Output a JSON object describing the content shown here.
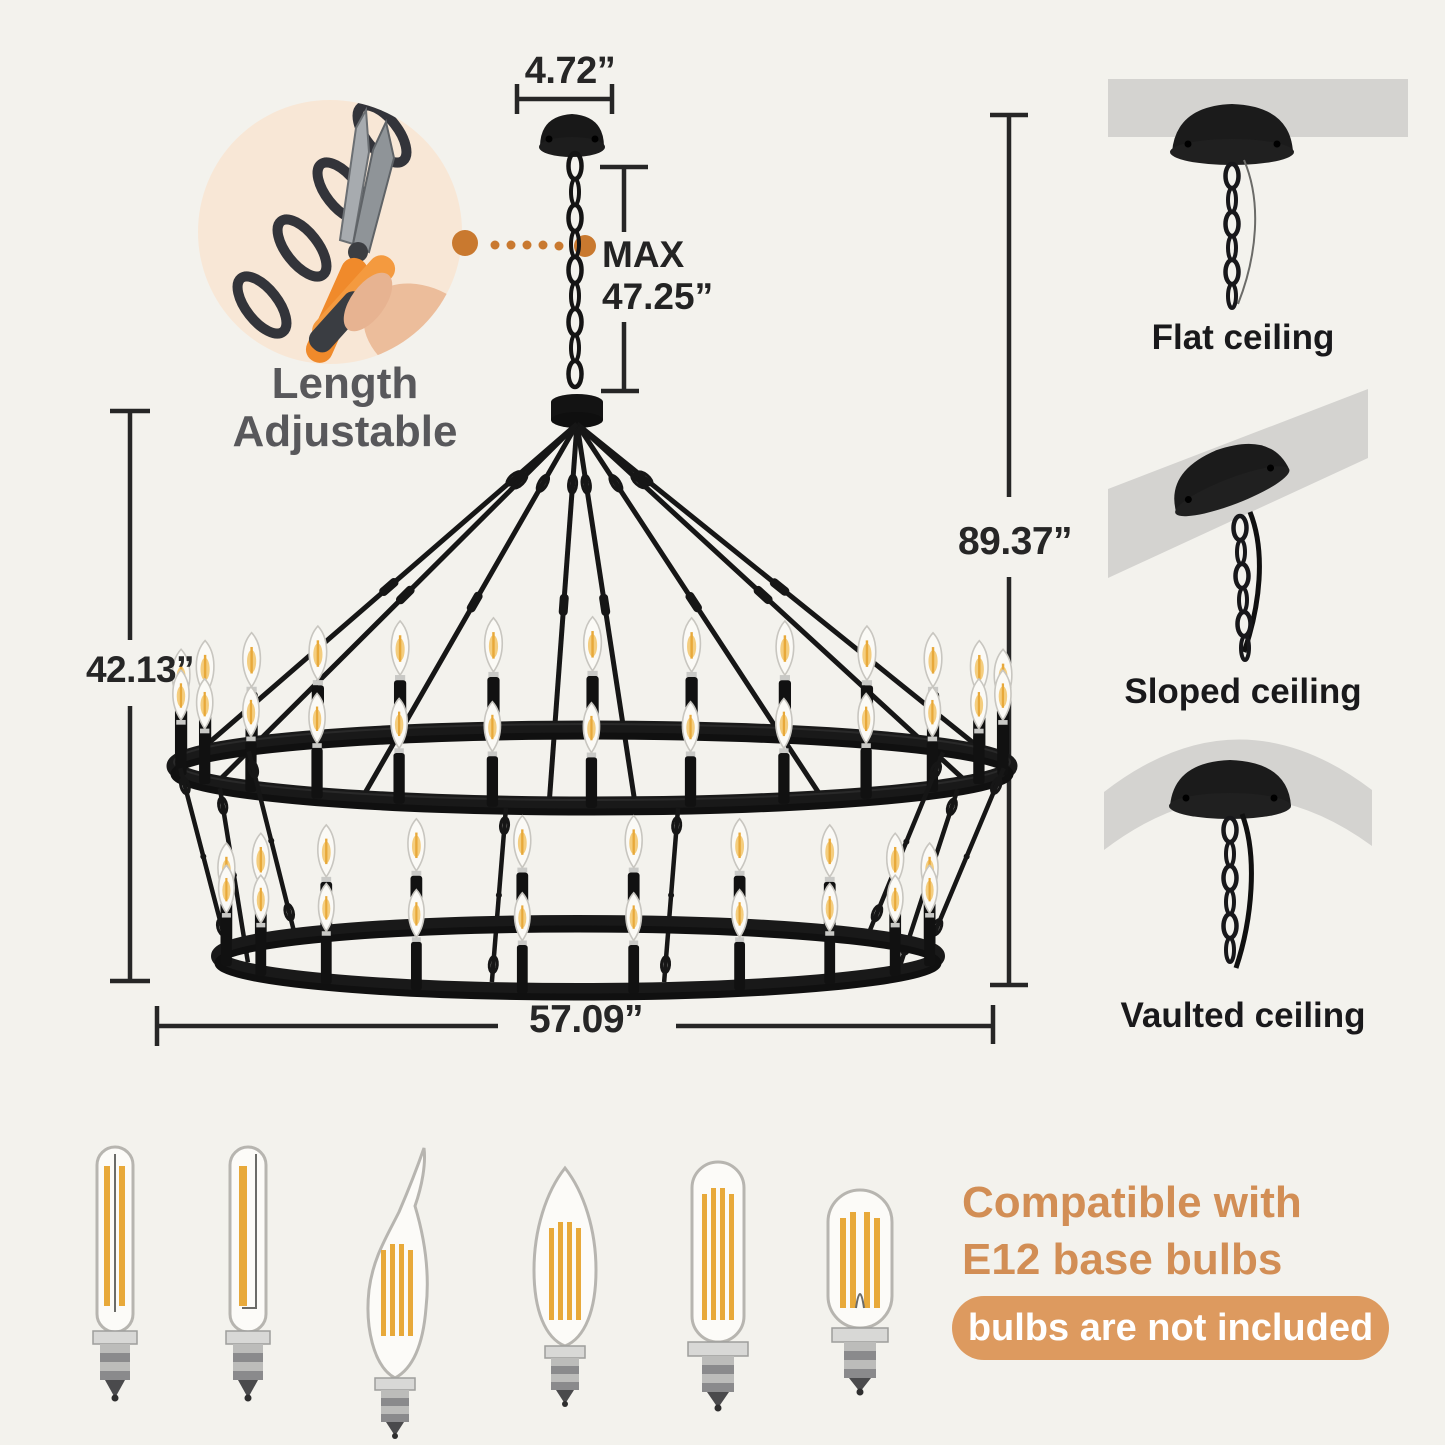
{
  "dimensions": {
    "canopy_diameter": "4.72”",
    "chain_max_label": "MAX",
    "chain_max_value": "47.25”",
    "overall_height": "89.37”",
    "fixture_height": "42.13”",
    "fixture_width": "57.09”"
  },
  "adjustable_label": {
    "line1": "Length",
    "line2": "Adjustable"
  },
  "ceiling_types": [
    {
      "label": "Flat ceiling"
    },
    {
      "label": "Sloped ceiling"
    },
    {
      "label": "Vaulted ceiling"
    }
  ],
  "compatibility": {
    "line1": "Compatible with",
    "line2": "E12 base bulbs",
    "badge": "bulbs are not included"
  },
  "bulb_icons": [
    "t6-tubular-double-filament",
    "t6-tubular-single-filament",
    "flame-tip-candelabra",
    "torpedo-candelabra",
    "t8-tubular",
    "t7-mini"
  ],
  "lights": {
    "upper_ring_count": 26,
    "lower_ring_count": 20
  },
  "colors": {
    "accent_orange": "#d28e55",
    "badge_orange": "#dd9a5f",
    "dot_orange": "#c9792f",
    "fixture_black": "#161616",
    "dimension_ink": "#262626",
    "inset_peach": "#f8e7d6",
    "ceiling_gray": "#d4d3d0",
    "filament_gold": "#e8a93a"
  }
}
